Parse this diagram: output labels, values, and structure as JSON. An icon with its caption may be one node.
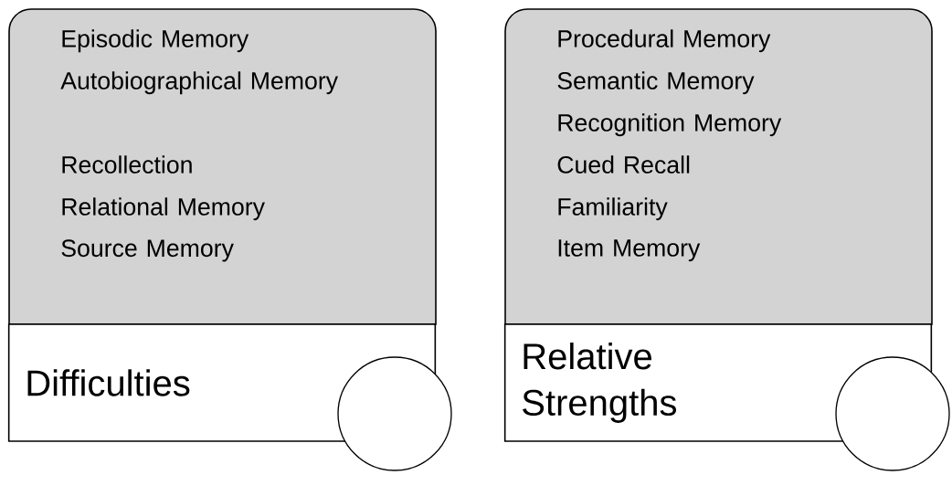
{
  "diagram": {
    "nodes": [
      {
        "text": [
          "Episodic Memory",
          "Autobiographical Memory",
          "Recollection",
          "Relational Memory",
          "Source Memory"
        ]
      },
      {
        "text": [
          "Difficulties"
        ]
      },
      {
        "text": [],
        "shape": "circle"
      },
      {
        "text": [
          "Procedural Memory",
          "Semantic Memory",
          "Recognition Memory",
          "Cued Recall",
          "Familiarity",
          "Item Memory"
        ]
      },
      {
        "text": [
          "Relative Strengths"
        ]
      },
      {
        "text": [],
        "shape": "circle"
      }
    ]
  }
}
